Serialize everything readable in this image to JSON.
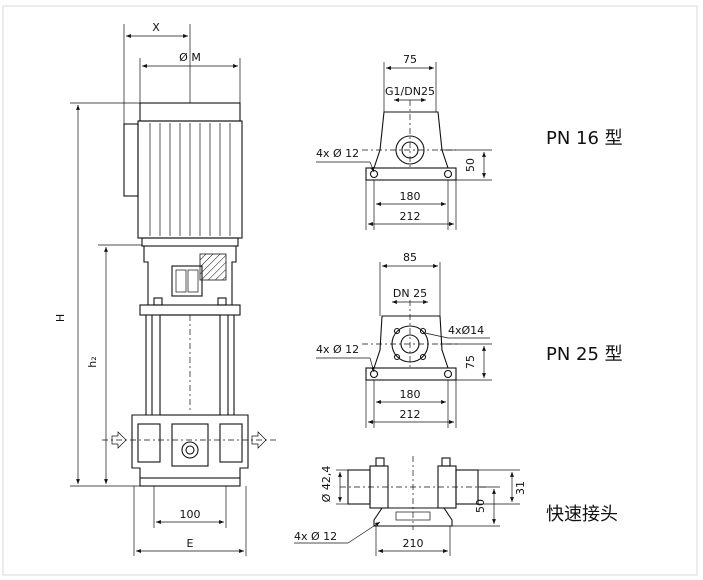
{
  "colors": {
    "line": "#111111",
    "background": "#ffffff",
    "frame": "#d8d8d8"
  },
  "side_view": {
    "dim_x": "X",
    "dim_m": "Ø M",
    "dim_h": "H",
    "dim_h2": "h₂",
    "dim_100": "100",
    "dim_e": "E"
  },
  "pn16": {
    "label": "PN 16 型",
    "dim_75": "75",
    "port": "G1/DN25",
    "bolt": "4x Ø 12",
    "dim_50": "50",
    "dim_180": "180",
    "dim_212": "212"
  },
  "pn25": {
    "label": "PN 25 型",
    "dim_85": "85",
    "port": "DN 25",
    "flange_bolt": "4xØ14",
    "bolt": "4x Ø 12",
    "dim_75": "75",
    "dim_180": "180",
    "dim_212": "212"
  },
  "quick": {
    "label": "快速接头",
    "dim_dia": "Ø 42,4",
    "dim_50": "50",
    "dim_31": "31",
    "bolt": "4x Ø 12",
    "dim_210": "210"
  }
}
